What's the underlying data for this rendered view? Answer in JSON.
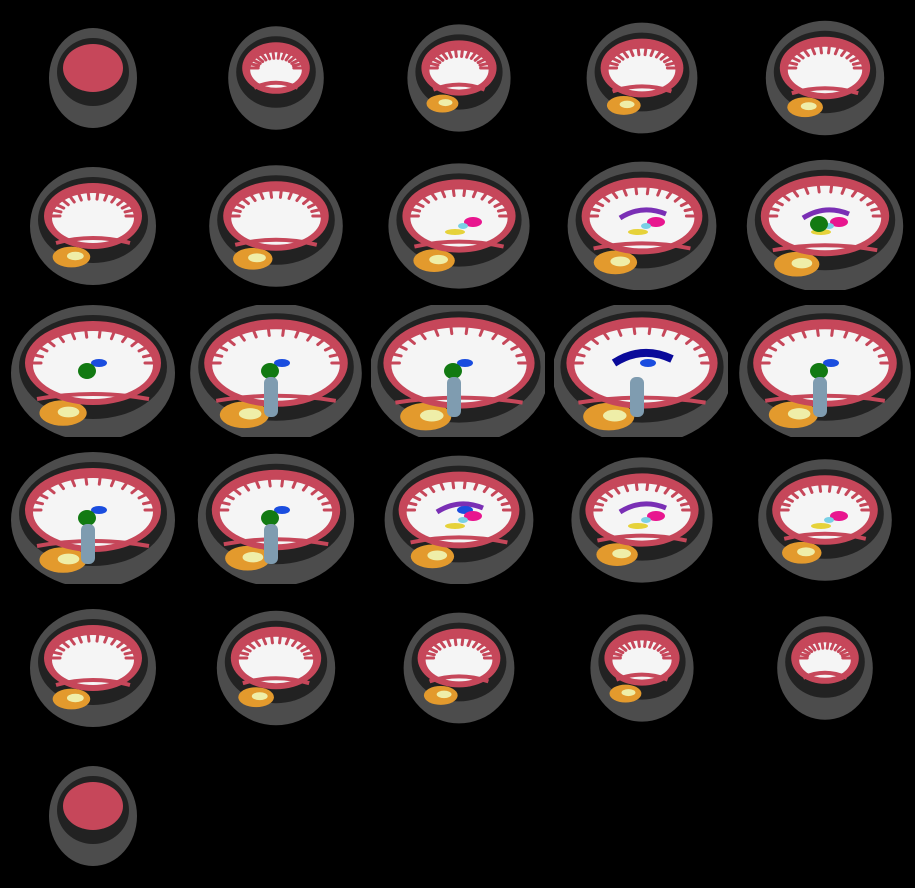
{
  "montage": {
    "slices": [
      {
        "label_set": [
          "cortex"
        ]
      },
      {
        "label_set": [
          "cortex",
          "white-matter"
        ]
      },
      {
        "label_set": [
          "cortex",
          "white-matter",
          "cerebellum"
        ]
      },
      {
        "label_set": [
          "cortex",
          "white-matter",
          "cerebellum"
        ]
      },
      {
        "label_set": [
          "cortex",
          "white-matter",
          "cerebellum"
        ]
      },
      {
        "label_set": [
          "cortex",
          "white-matter",
          "cerebellum"
        ]
      },
      {
        "label_set": [
          "cortex",
          "white-matter",
          "cerebellum"
        ]
      },
      {
        "label_set": [
          "cortex",
          "white-matter",
          "cerebellum",
          "putamen"
        ]
      },
      {
        "label_set": [
          "cortex",
          "white-matter",
          "cerebellum",
          "putamen",
          "caudate"
        ]
      },
      {
        "label_set": [
          "cortex",
          "white-matter",
          "cerebellum",
          "putamen",
          "caudate",
          "thalamus"
        ]
      },
      {
        "label_set": [
          "cortex",
          "white-matter",
          "cerebellum",
          "thalamus",
          "ventricle"
        ]
      },
      {
        "label_set": [
          "cortex",
          "white-matter",
          "cerebellum",
          "thalamus",
          "ventricle",
          "brainstem"
        ]
      },
      {
        "label_set": [
          "cortex",
          "white-matter",
          "cerebellum",
          "thalamus",
          "ventricle",
          "brainstem"
        ]
      },
      {
        "label_set": [
          "cortex",
          "white-matter",
          "cerebellum",
          "ventricle",
          "brainstem",
          "corpus-callosum"
        ]
      },
      {
        "label_set": [
          "cortex",
          "white-matter",
          "cerebellum",
          "thalamus",
          "ventricle",
          "brainstem"
        ]
      },
      {
        "label_set": [
          "cortex",
          "white-matter",
          "cerebellum",
          "thalamus",
          "ventricle",
          "brainstem"
        ]
      },
      {
        "label_set": [
          "cortex",
          "white-matter",
          "cerebellum",
          "thalamus",
          "ventricle",
          "brainstem"
        ]
      },
      {
        "label_set": [
          "cortex",
          "white-matter",
          "cerebellum",
          "putamen",
          "caudate",
          "ventricle"
        ]
      },
      {
        "label_set": [
          "cortex",
          "white-matter",
          "cerebellum",
          "putamen",
          "caudate"
        ]
      },
      {
        "label_set": [
          "cortex",
          "white-matter",
          "cerebellum",
          "putamen"
        ]
      },
      {
        "label_set": [
          "cortex",
          "white-matter",
          "cerebellum"
        ]
      },
      {
        "label_set": [
          "cortex",
          "white-matter",
          "cerebellum"
        ]
      },
      {
        "label_set": [
          "cortex",
          "white-matter",
          "cerebellum"
        ]
      },
      {
        "label_set": [
          "cortex",
          "white-matter",
          "cerebellum"
        ]
      },
      {
        "label_set": [
          "cortex",
          "white-matter"
        ]
      },
      {
        "label_set": [
          "cortex"
        ]
      }
    ],
    "colors": {
      "background": "#000000",
      "scalp": "#8a8a8a",
      "cortex": "#c6475a",
      "white_matter": "#f5f5f5",
      "cerebellum_cortex": "#e39a2d",
      "cerebellum_white": "#efeea8",
      "brainstem": "#7f9cb0",
      "thalamus": "#127a12",
      "caudate": "#7a2fb5",
      "putamen": "#e8168f",
      "ventricle": "#1a4ddf",
      "corpus_callosum": "#0a0a9a",
      "hippocampus": "#e6d23a",
      "pallidum": "#7ad0e6"
    }
  }
}
